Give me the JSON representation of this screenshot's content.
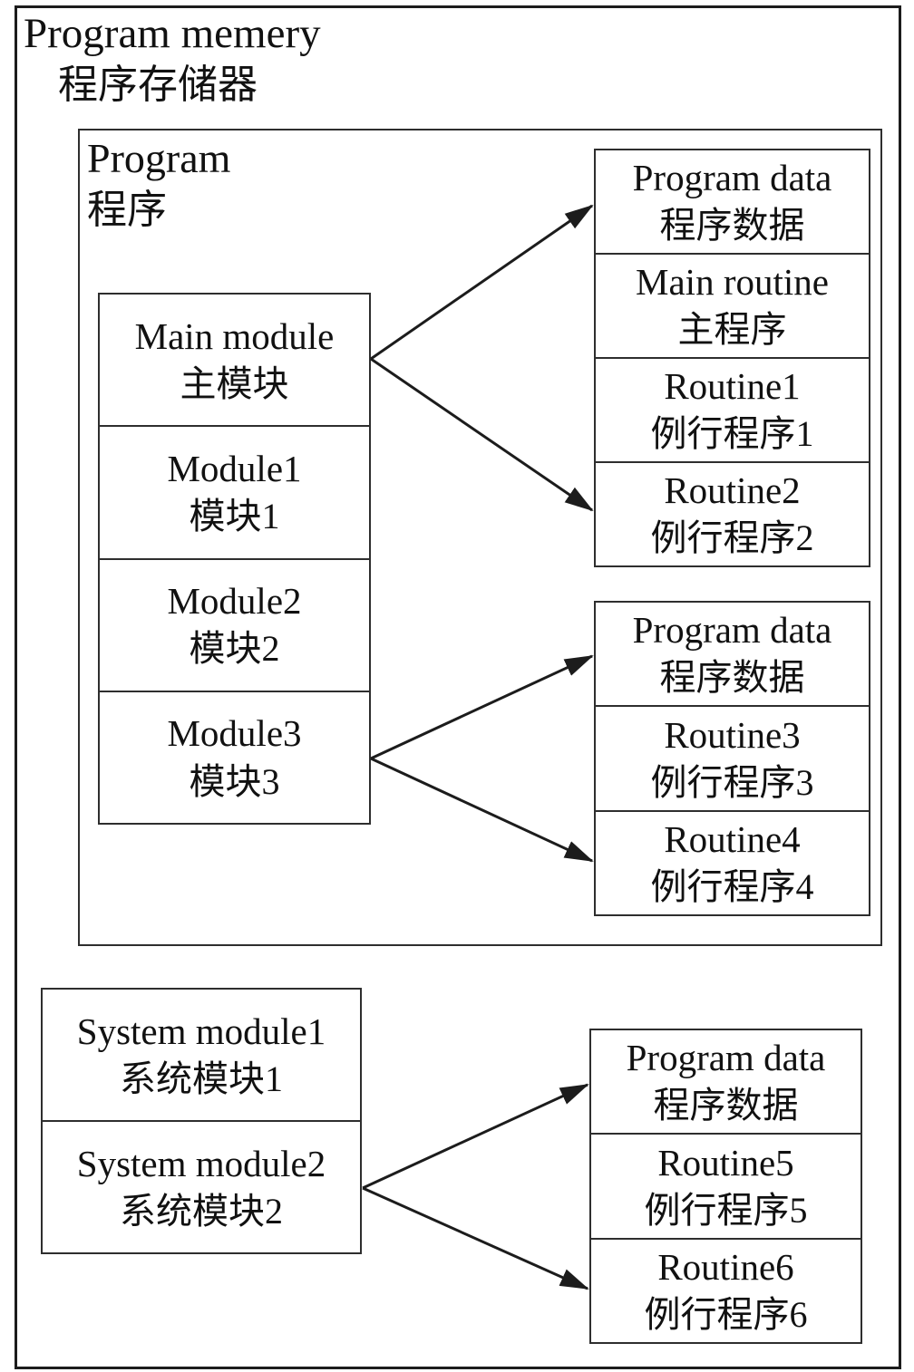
{
  "diagram": {
    "colors": {
      "line": "#1c1c1c",
      "background": "#ffffff",
      "text": "#111111"
    },
    "title": {
      "en": "Program memery",
      "zh": "程序存储器"
    },
    "program": {
      "label": {
        "en": "Program",
        "zh": "程序"
      },
      "modules": [
        {
          "en": "Main module",
          "zh": "主模块"
        },
        {
          "en": "Module1",
          "zh": "模块1"
        },
        {
          "en": "Module2",
          "zh": "模块2"
        },
        {
          "en": "Module3",
          "zh": "模块3"
        }
      ],
      "routine_block_1": [
        {
          "en": "Program data",
          "zh": "程序数据"
        },
        {
          "en": "Main routine",
          "zh": "主程序"
        },
        {
          "en": "Routine1",
          "zh": "例行程序1"
        },
        {
          "en": "Routine2",
          "zh": "例行程序2"
        }
      ],
      "routine_block_2": [
        {
          "en": "Program data",
          "zh": "程序数据"
        },
        {
          "en": "Routine3",
          "zh": "例行程序3"
        },
        {
          "en": "Routine4",
          "zh": "例行程序4"
        }
      ]
    },
    "system": {
      "modules": [
        {
          "en": "System module1",
          "zh": "系统模块1"
        },
        {
          "en": "System module2",
          "zh": "系统模块2"
        }
      ],
      "routine_block_3": [
        {
          "en": "Program data",
          "zh": "程序数据"
        },
        {
          "en": "Routine5",
          "zh": "例行程序5"
        },
        {
          "en": "Routine6",
          "zh": "例行程序6"
        }
      ]
    },
    "connections": [
      {
        "from": "Main module",
        "to": "Program data (block 1)"
      },
      {
        "from": "Main module",
        "to": "Routine2 (block 1)"
      },
      {
        "from": "Module3",
        "to": "Program data (block 2)"
      },
      {
        "from": "Module3",
        "to": "Routine4 (block 2)"
      },
      {
        "from": "System module2",
        "to": "Program data (block 3)"
      },
      {
        "from": "System module2",
        "to": "Routine6 (block 3)"
      }
    ]
  }
}
